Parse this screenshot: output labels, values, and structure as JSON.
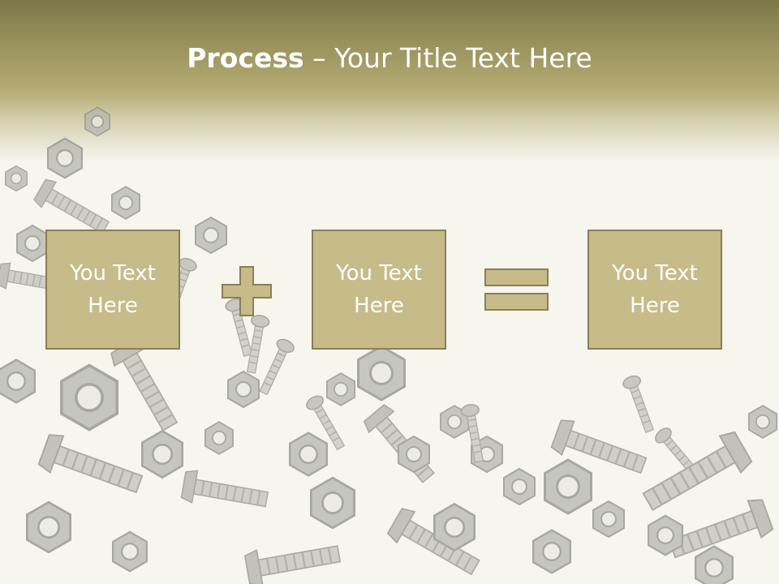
{
  "slide": {
    "title_bold": "Process",
    "title_rest": " – Your Title Text Here"
  },
  "process": {
    "boxes": [
      {
        "text": "You Text Here"
      },
      {
        "text": "You Text Here"
      },
      {
        "text": "You Text Here"
      }
    ],
    "operators": [
      "plus-icon",
      "equals-icon"
    ]
  },
  "colors": {
    "box_fill": "#c7bb8a",
    "box_border": "#8a7e55",
    "header_top": "#7d7649",
    "header_mid": "#b4aa72",
    "background": "#f6f6ee"
  },
  "background_image": "nuts-and-bolts"
}
